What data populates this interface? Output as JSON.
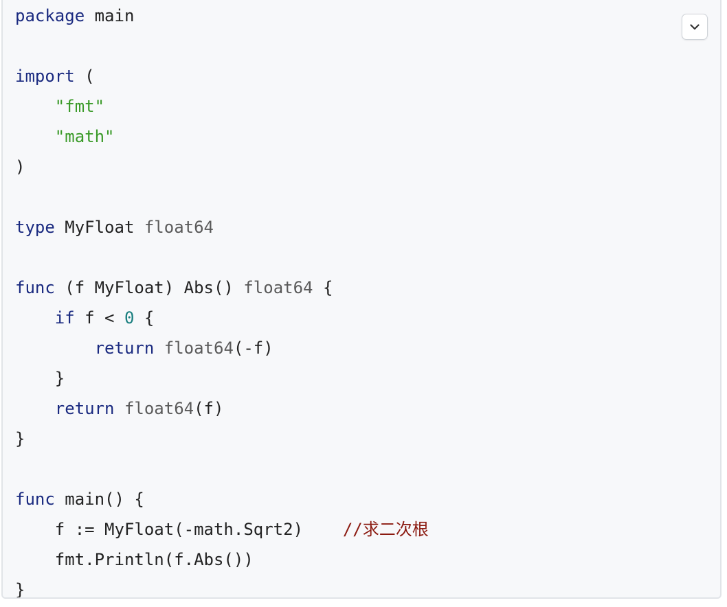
{
  "code_block": {
    "language": "go",
    "colors": {
      "background": "#f7f8fa",
      "keyword": "#1a2a80",
      "string": "#3a9a28",
      "type": "#5a5a5a",
      "number": "#1a7f7f",
      "comment": "#8b1a10",
      "plain": "#222222"
    },
    "collapse_icon": "chevron-down-icon",
    "lines": [
      [
        {
          "t": "kw",
          "v": "package"
        },
        {
          "t": "plain",
          "v": " main"
        }
      ],
      [],
      [
        {
          "t": "kw",
          "v": "import"
        },
        {
          "t": "plain",
          "v": " ("
        }
      ],
      [
        {
          "t": "plain",
          "v": "    "
        },
        {
          "t": "str",
          "v": "\"fmt\""
        }
      ],
      [
        {
          "t": "plain",
          "v": "    "
        },
        {
          "t": "str",
          "v": "\"math\""
        }
      ],
      [
        {
          "t": "plain",
          "v": ")"
        }
      ],
      [],
      [
        {
          "t": "kw",
          "v": "type"
        },
        {
          "t": "plain",
          "v": " MyFloat "
        },
        {
          "t": "type",
          "v": "float64"
        }
      ],
      [],
      [
        {
          "t": "kw",
          "v": "func"
        },
        {
          "t": "plain",
          "v": " (f MyFloat) Abs() "
        },
        {
          "t": "type",
          "v": "float64"
        },
        {
          "t": "plain",
          "v": " {"
        }
      ],
      [
        {
          "t": "plain",
          "v": "    "
        },
        {
          "t": "kw",
          "v": "if"
        },
        {
          "t": "plain",
          "v": " f < "
        },
        {
          "t": "num",
          "v": "0"
        },
        {
          "t": "plain",
          "v": " {"
        }
      ],
      [
        {
          "t": "plain",
          "v": "        "
        },
        {
          "t": "kw",
          "v": "return"
        },
        {
          "t": "plain",
          "v": " "
        },
        {
          "t": "type",
          "v": "float64"
        },
        {
          "t": "plain",
          "v": "(-f)"
        }
      ],
      [
        {
          "t": "plain",
          "v": "    }"
        }
      ],
      [
        {
          "t": "plain",
          "v": "    "
        },
        {
          "t": "kw",
          "v": "return"
        },
        {
          "t": "plain",
          "v": " "
        },
        {
          "t": "type",
          "v": "float64"
        },
        {
          "t": "plain",
          "v": "(f)"
        }
      ],
      [
        {
          "t": "plain",
          "v": "}"
        }
      ],
      [],
      [
        {
          "t": "kw",
          "v": "func"
        },
        {
          "t": "plain",
          "v": " main() {"
        }
      ],
      [
        {
          "t": "plain",
          "v": "    f := MyFloat(-math.Sqrt2)    "
        },
        {
          "t": "com",
          "v": "//求二次根"
        }
      ],
      [
        {
          "t": "plain",
          "v": "    fmt.Println(f.Abs())"
        }
      ],
      [
        {
          "t": "plain",
          "v": "}"
        }
      ]
    ]
  }
}
